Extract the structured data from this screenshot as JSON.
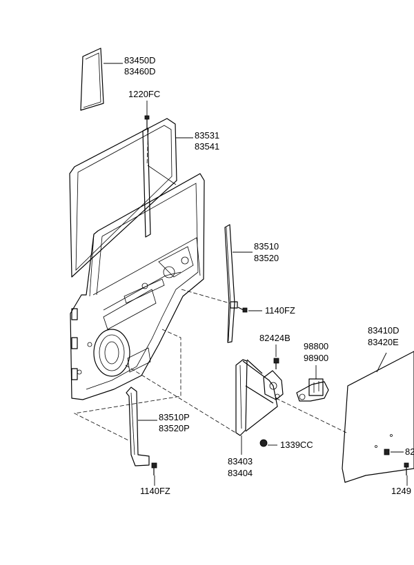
{
  "labels": {
    "glass_quarter": [
      "83450D",
      "83460D"
    ],
    "bolt_top": "1220FC",
    "weatherstrip": [
      "83531",
      "83541"
    ],
    "channel_rear": [
      "83510",
      "83520"
    ],
    "screw_rear": "1140FZ",
    "bolt_reg": "82424B",
    "motor": [
      "98800",
      "98900"
    ],
    "glass_door": [
      "83410D",
      "83420E"
    ],
    "channel_front": [
      "83510P",
      "83520P"
    ],
    "nut_reg": "1339CC",
    "regulator": [
      "83403",
      "83404"
    ],
    "screw_front": "1140FZ",
    "clip_glass": "82",
    "bolt_glass": "1249"
  },
  "icons": {
    "bolt": "bolt-icon",
    "screw": "screw-icon",
    "nut": "nut-icon",
    "clip": "clip-icon"
  },
  "colors": {
    "line": "#000000",
    "background": "#ffffff"
  }
}
